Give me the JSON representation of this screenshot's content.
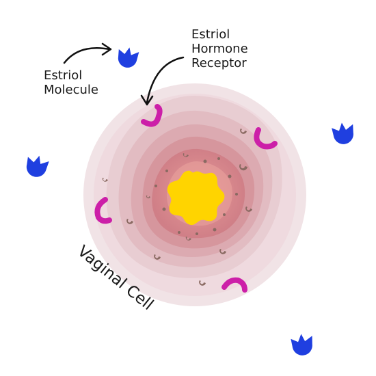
{
  "labels": {
    "molecule": [
      "Estriol",
      "Molecule"
    ],
    "receptor": [
      "Estriol",
      "Hormone",
      "Receptor"
    ],
    "cell": "Vaginal Cell"
  },
  "colors": {
    "background": "#ffffff",
    "molecule": "#1f3fe0",
    "receptor": "#cc1fa8",
    "nucleus": "#ffd400",
    "cell_outer": "#f1e3e6",
    "cell_inner": "#cf7d85",
    "organelle": "#8a6a62",
    "arrow": "#111111"
  },
  "icons": [
    "estriol-molecule-icon",
    "estriol-receptor-icon",
    "arrow-icon"
  ]
}
